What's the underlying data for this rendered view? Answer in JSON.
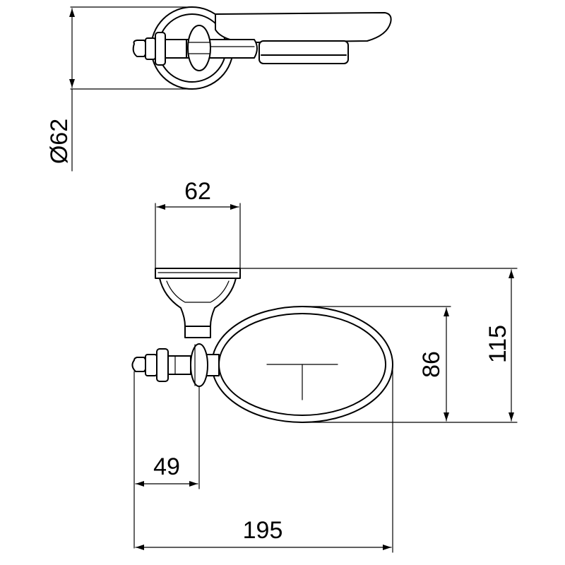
{
  "dimensions": {
    "diameter": "Ø62",
    "base_width": "62",
    "total_height": "115",
    "dish_height": "86",
    "projection": "49",
    "total_length": "195"
  },
  "colors": {
    "line": "#000000",
    "background": "#ffffff"
  }
}
